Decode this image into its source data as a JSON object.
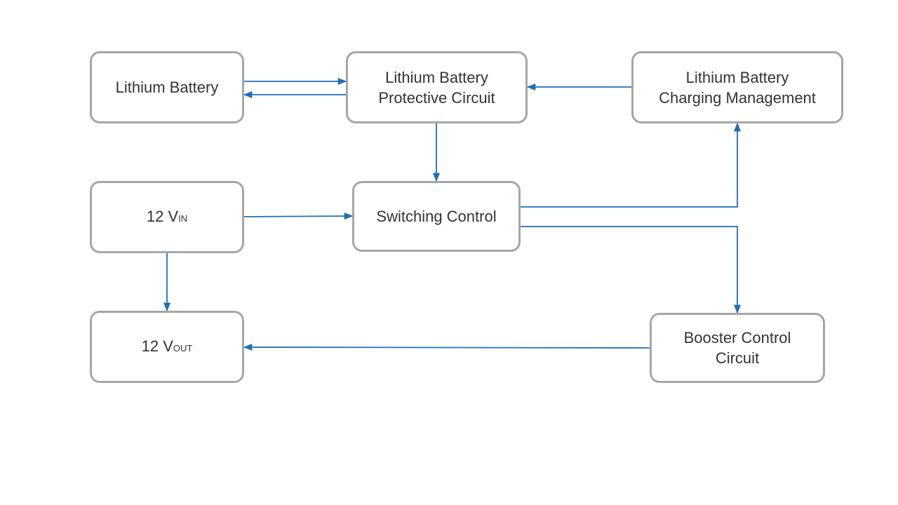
{
  "diagram": {
    "line_color": "#1f6fb8",
    "box_border_color": "#a6a6a6",
    "text_color": "#333333",
    "nodes": {
      "battery": {
        "line1": "Lithium Battery"
      },
      "protect": {
        "line1": "Lithium Battery",
        "line2": "Protective Circuit"
      },
      "charge": {
        "line1": "Lithium Battery",
        "line2": "Charging Management"
      },
      "vin": {
        "main": "12 V",
        "sub": "IN"
      },
      "switch": {
        "line1": "Switching Control"
      },
      "vout": {
        "main": "12 V",
        "sub": "OUT"
      },
      "boost": {
        "line1": "Booster Control",
        "line2": "Circuit"
      }
    }
  }
}
